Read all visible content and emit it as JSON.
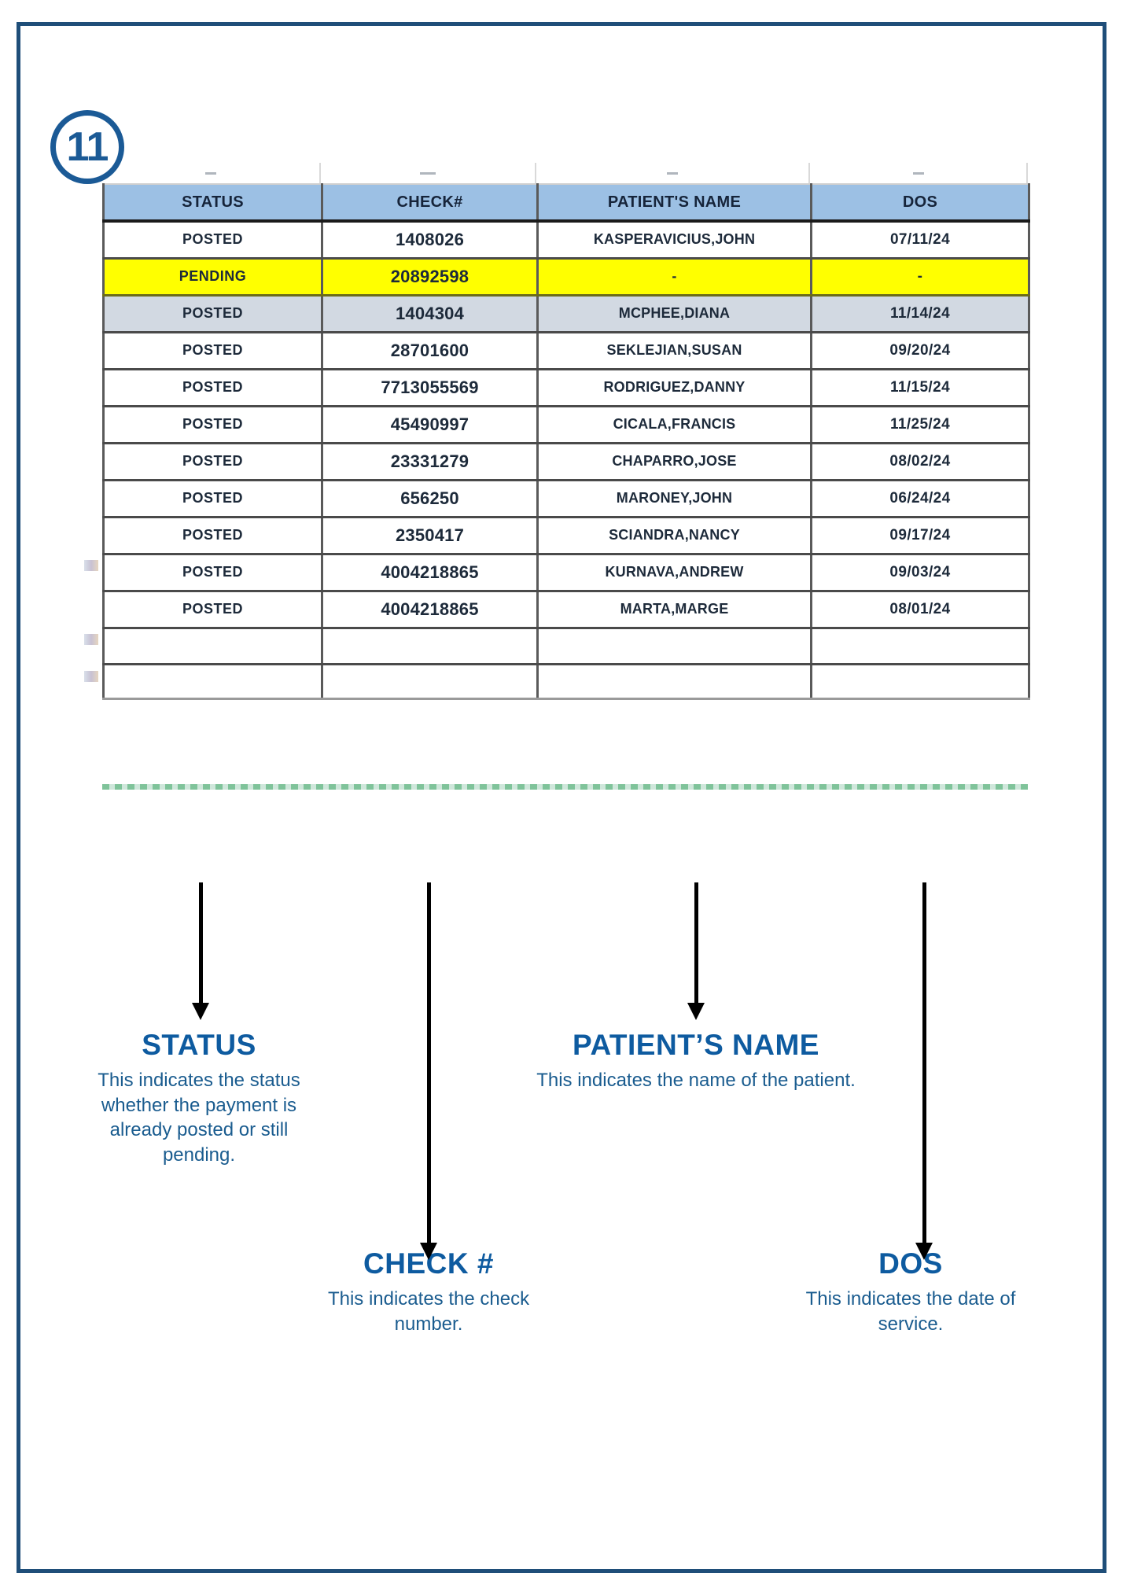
{
  "badge": {
    "number": "11"
  },
  "table": {
    "headers": [
      "STATUS",
      "CHECK#",
      "PATIENT'S NAME",
      "DOS"
    ],
    "rows": [
      {
        "status": "POSTED",
        "check": "1408026",
        "name": "KASPERAVICIUS,JOHN",
        "dos": "07/11/24",
        "highlight": "none"
      },
      {
        "status": "PENDING",
        "check": "20892598",
        "name": "-",
        "dos": "-",
        "highlight": "yellow"
      },
      {
        "status": "POSTED",
        "check": "1404304",
        "name": "MCPHEE,DIANA",
        "dos": "11/14/24",
        "highlight": "grey"
      },
      {
        "status": "POSTED",
        "check": "28701600",
        "name": "SEKLEJIAN,SUSAN",
        "dos": "09/20/24",
        "highlight": "none"
      },
      {
        "status": "POSTED",
        "check": "7713055569",
        "name": "RODRIGUEZ,DANNY",
        "dos": "11/15/24",
        "highlight": "none"
      },
      {
        "status": "POSTED",
        "check": "45490997",
        "name": "CICALA,FRANCIS",
        "dos": "11/25/24",
        "highlight": "none"
      },
      {
        "status": "POSTED",
        "check": "23331279",
        "name": "CHAPARRO,JOSE",
        "dos": "08/02/24",
        "highlight": "none"
      },
      {
        "status": "POSTED",
        "check": "656250",
        "name": "MARONEY,JOHN",
        "dos": "06/24/24",
        "highlight": "none"
      },
      {
        "status": "POSTED",
        "check": "2350417",
        "name": "SCIANDRA,NANCY",
        "dos": "09/17/24",
        "highlight": "none"
      },
      {
        "status": "POSTED",
        "check": "4004218865",
        "name": "KURNAVA,ANDREW",
        "dos": "09/03/24",
        "highlight": "none"
      },
      {
        "status": "POSTED",
        "check": "4004218865",
        "name": "MARTA,MARGE",
        "dos": "08/01/24",
        "highlight": "none"
      }
    ],
    "empty_row_count": 2
  },
  "callouts": [
    {
      "title": "STATUS",
      "description": "This indicates the status whether the payment is already posted or still pending."
    },
    {
      "title": "CHECK #",
      "description": "This indicates the check number."
    },
    {
      "title": "PATIENT’S NAME",
      "description": "This indicates the name of the patient."
    },
    {
      "title": "DOS",
      "description": "This indicates the date of service."
    }
  ],
  "colors": {
    "frame_border": "#1f4e79",
    "badge_blue": "#1b5a96",
    "header_fill": "#9cc0e4",
    "pending_fill": "#ffff00",
    "shaded_fill": "#d2d9e2",
    "callout_title": "#0e5ba0",
    "callout_text": "#1a5c8f",
    "marching_ants": "#7fc39a"
  }
}
